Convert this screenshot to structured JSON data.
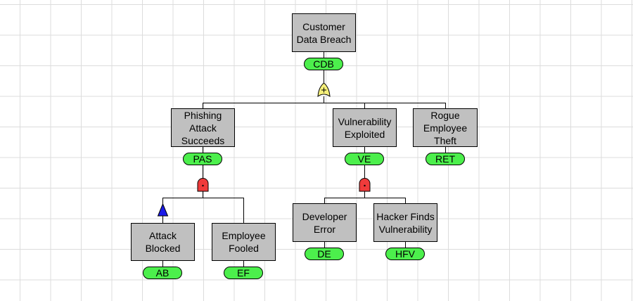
{
  "events": {
    "cdb": {
      "label": "Customer\nData Breach",
      "tag": "CDB"
    },
    "pas": {
      "label": "Phishing\nAttack\nSucceeds",
      "tag": "PAS"
    },
    "ve": {
      "label": "Vulnerability\nExploited",
      "tag": "VE"
    },
    "ret": {
      "label": "Rogue\nEmployee\nTheft",
      "tag": "RET"
    },
    "ab": {
      "label": "Attack\nBlocked",
      "tag": "AB"
    },
    "ef": {
      "label": "Employee\nFooled",
      "tag": "EF"
    },
    "de": {
      "label": "Developer\nError",
      "tag": "DE"
    },
    "hfv": {
      "label": "Hacker Finds\nVulnerability",
      "tag": "HFV"
    }
  },
  "gates": {
    "top": {
      "type": "or",
      "color": "#f5ef7a"
    },
    "pas": {
      "type": "and",
      "color": "#ef3b3b"
    },
    "ve": {
      "type": "and",
      "color": "#ef3b3b"
    },
    "ab": {
      "type": "transfer",
      "color": "#1a1ae8"
    }
  },
  "colors": {
    "event_fill": "#c0c0c0",
    "tag_fill": "#4cef4c",
    "grid": "#dcdcdc"
  }
}
